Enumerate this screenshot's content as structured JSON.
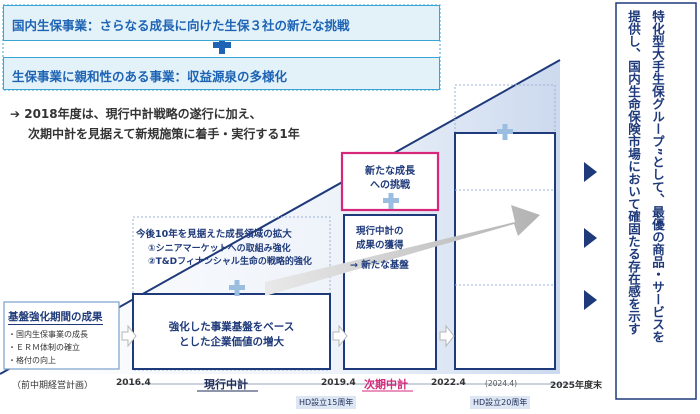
{
  "header": {
    "line1": "国内生保事業：さらなる成長に向けた生保３社の新たな挑戦",
    "line2": "生保事業に親和性のある事業：収益源泉の多様化"
  },
  "lead": {
    "line1": "2018年度は、現行中計戦略の遂行に加え、",
    "line2": "次期中計を見据えて新規施策に着手・実行する1年"
  },
  "prev_results": {
    "title": "基盤強化期間の成果",
    "items": [
      "国内生保事業の成長",
      "ＥＲＭ体制の確立",
      "格付の向上"
    ]
  },
  "current_plan": {
    "growth_title": "今後10年を見据えた成長領域の拡大",
    "growth_items": [
      "①シニアマーケットへの取組み強化",
      "②T&Dフィナンシャル生命の戦略的強化"
    ],
    "base_text_1": "強化した事業基盤をベース",
    "base_text_2": "とした企業価値の増大"
  },
  "next_plan": {
    "challenge_1": "新たな成長",
    "challenge_2": "への挑戦",
    "gain_1": "現行中計の",
    "gain_2": "成果の獲得",
    "arrow_text": "→ 新たな基盤"
  },
  "vision": {
    "col1": "特化型大手生保グループ”として、最優の商品・サービスを",
    "col2": "提供し、国内生命保険市場において確固たる存在感を示す"
  },
  "timeline": {
    "prev_label": "（前中期経営計画）",
    "y2016": "2016.4",
    "current_label": "現行中計",
    "y2019": "2019.4",
    "next_label": "次期中計",
    "y2022": "2022.4",
    "y2024": "(2024.4)",
    "y2025": "2025年度末",
    "hd15": "HD設立15周年",
    "hd20": "HD設立20周年"
  }
}
